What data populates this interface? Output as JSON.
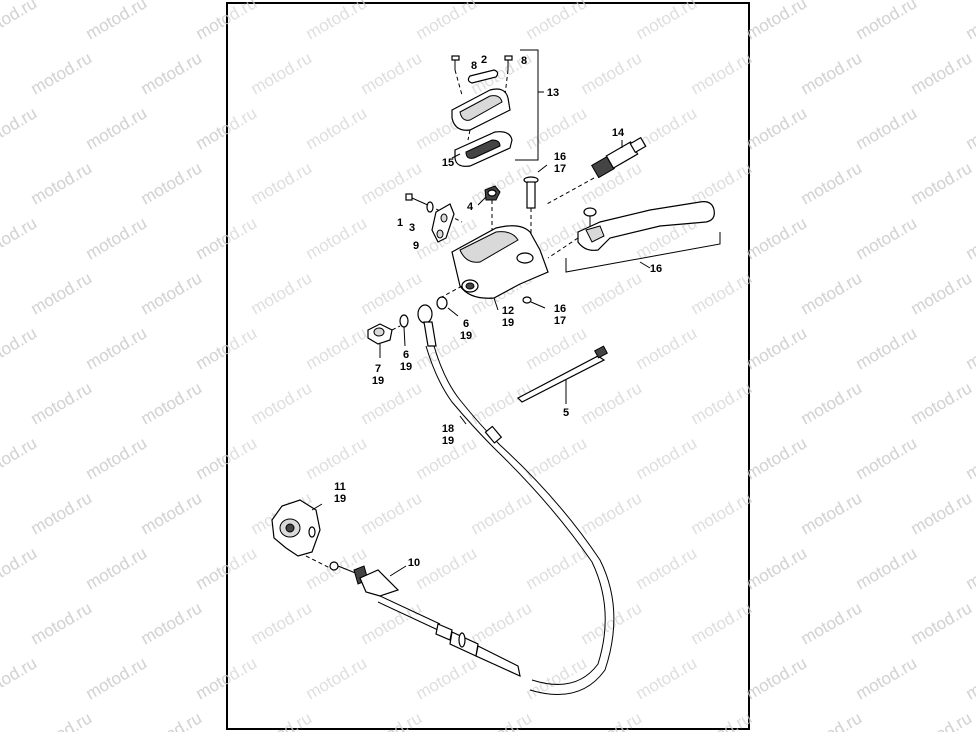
{
  "watermark": {
    "text": "motod.ru"
  },
  "callouts": [
    {
      "id": "c1",
      "lines": [
        "1"
      ]
    },
    {
      "id": "c2",
      "lines": [
        "2"
      ]
    },
    {
      "id": "c3",
      "lines": [
        "3"
      ]
    },
    {
      "id": "c4",
      "lines": [
        "4"
      ]
    },
    {
      "id": "c5",
      "lines": [
        "5"
      ]
    },
    {
      "id": "c6a",
      "lines": [
        "6",
        "19"
      ]
    },
    {
      "id": "c6b",
      "lines": [
        "6",
        "19"
      ]
    },
    {
      "id": "c7",
      "lines": [
        "7",
        "19"
      ]
    },
    {
      "id": "c8a",
      "lines": [
        "8"
      ]
    },
    {
      "id": "c8b",
      "lines": [
        "8"
      ]
    },
    {
      "id": "c9",
      "lines": [
        "9"
      ]
    },
    {
      "id": "c10",
      "lines": [
        "10"
      ]
    },
    {
      "id": "c11",
      "lines": [
        "11",
        "19"
      ]
    },
    {
      "id": "c12",
      "lines": [
        "12",
        "19"
      ]
    },
    {
      "id": "c13",
      "lines": [
        "13"
      ]
    },
    {
      "id": "c14",
      "lines": [
        "14"
      ]
    },
    {
      "id": "c15",
      "lines": [
        "15"
      ]
    },
    {
      "id": "c16a",
      "lines": [
        "16",
        "17"
      ]
    },
    {
      "id": "c16b",
      "lines": [
        "16",
        "17"
      ]
    },
    {
      "id": "c16c",
      "lines": [
        "16"
      ]
    },
    {
      "id": "c18",
      "lines": [
        "18",
        "19"
      ]
    }
  ]
}
